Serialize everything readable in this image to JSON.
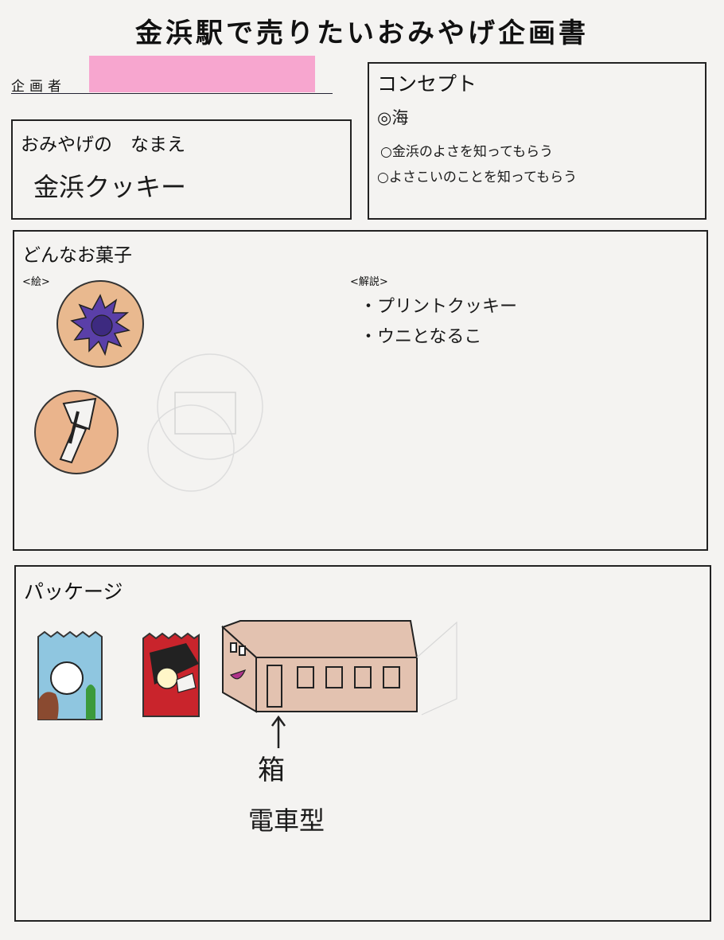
{
  "title": "金浜駅で売りたいおみやげ企画書",
  "planner": {
    "label": "企画者"
  },
  "name_box": {
    "label": "おみやげの　なまえ",
    "value": "金浜クッキー"
  },
  "concept_box": {
    "label": "コンセプト",
    "lines": [
      "◎海",
      "○金浜のよさを知ってもらう",
      "○よさこいのことを知ってもらう"
    ]
  },
  "sweets_box": {
    "label": "どんなお菓子",
    "picture_label": "<絵>",
    "explanation_label": "<解説>",
    "notes": [
      "・プリントクッキー",
      "・ウニとなるこ"
    ]
  },
  "package_box": {
    "label": "パッケージ",
    "notes": [
      "箱",
      "電車型"
    ]
  },
  "colors": {
    "redaction": "#f7a6cf",
    "cookie": "#e9b98f",
    "urchin": "#5a3fa8",
    "train": "#e3c2b0",
    "bag_blue": "#8fc6e0",
    "bag_red": "#c9242c"
  }
}
